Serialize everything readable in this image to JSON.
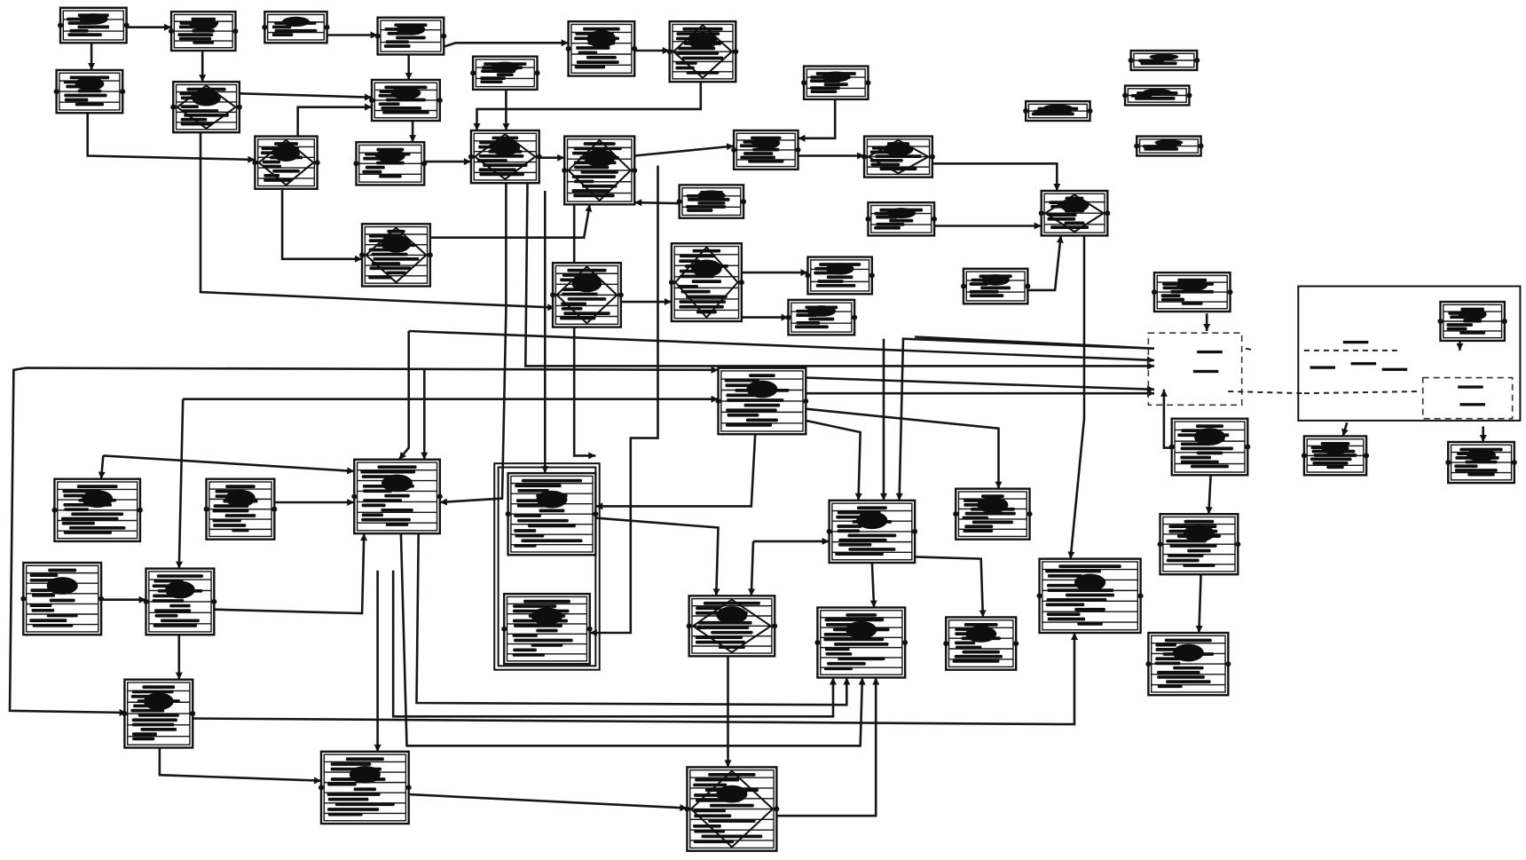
{
  "diagram": {
    "kind": "block-schematic",
    "text_legibility": "none",
    "palette": {
      "ink": "#111111",
      "paper": "#ffffff"
    },
    "node_styles": [
      "boxed-block",
      "crossed-block"
    ],
    "node_count": 62,
    "wire_count": 96,
    "contains_dashed_subsystem": true
  }
}
